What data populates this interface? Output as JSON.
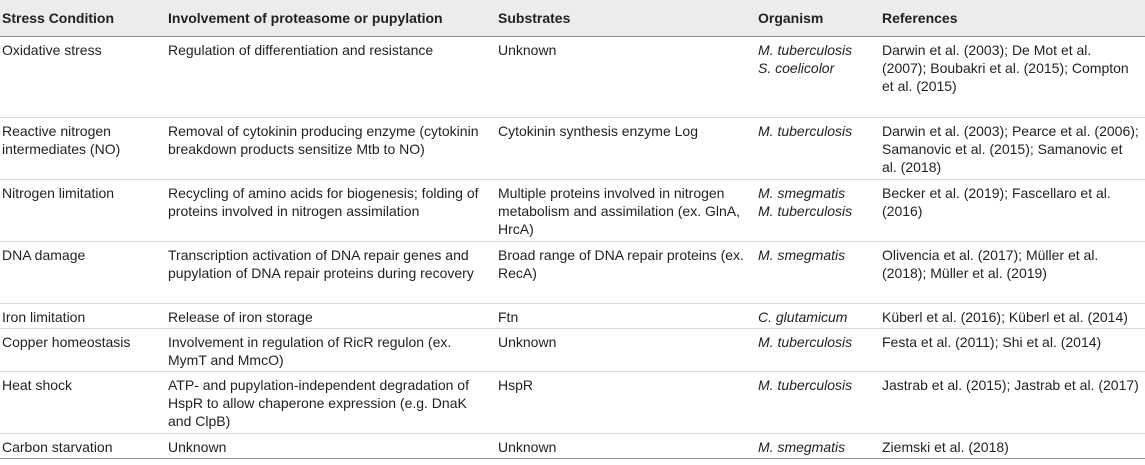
{
  "headers": [
    "Stress Condition",
    "Involvement of proteasome or pupylation",
    "Substrates",
    "Organism",
    "References"
  ],
  "rows": [
    {
      "condition": "Oxidative stress",
      "involvement": "Regulation of differentiation and resistance",
      "substrates": "Unknown",
      "organisms": [
        "M. tuberculosis",
        "S. coelicolor"
      ],
      "references": "Darwin et al. (2003); De Mot et al. (2007); Boubakri et al. (2015); Compton et al. (2015)"
    },
    {
      "condition": "Reactive nitrogen intermediates (NO)",
      "involvement": "Removal of cytokinin producing enzyme (cytokinin breakdown products sensitize Mtb to NO)",
      "substrates": "Cytokinin synthesis enzyme Log",
      "organisms": [
        "M. tuberculosis"
      ],
      "references": "Darwin et al. (2003); Pearce et al. (2006); Samanovic et al. (2015); Samanovic et al. (2018)"
    },
    {
      "condition": "Nitrogen limitation",
      "involvement": "Recycling of amino acids for biogenesis; folding of proteins involved in nitrogen assimilation",
      "substrates": "Multiple proteins involved in nitrogen metabolism and assimilation (ex. GlnA, HrcA)",
      "organisms": [
        "M. smegmatis",
        "M. tuberculosis"
      ],
      "references": "Becker et al. (2019); Fascellaro et al. (2016)"
    },
    {
      "condition": "DNA damage",
      "involvement": "Transcription activation of DNA repair genes and pupylation of DNA repair proteins during recovery",
      "substrates": "Broad range of DNA repair proteins (ex. RecA)",
      "organisms": [
        "M. smegmatis"
      ],
      "references": "Olivencia et al. (2017); Müller et al. (2018); Müller et al. (2019)"
    },
    {
      "condition": "Iron limitation",
      "involvement": "Release of iron storage",
      "substrates": "Ftn",
      "organisms": [
        "C. glutamicum"
      ],
      "references": "Küberl et al. (2016); Küberl et al. (2014)"
    },
    {
      "condition": "Copper homeostasis",
      "involvement": "Involvement in regulation of RicR regulon (ex. MymT and MmcO)",
      "substrates": "Unknown",
      "organisms": [
        "M. tuberculosis"
      ],
      "references": "Festa et al. (2011); Shi et al. (2014)"
    },
    {
      "condition": "Heat shock",
      "involvement": "ATP- and pupylation-independent degradation of HspR to allow chaperone expression (e.g. DnaK and ClpB)",
      "substrates": "HspR",
      "organisms": [
        "M. tuberculosis"
      ],
      "references": "Jastrab et al. (2015); Jastrab et al. (2017)"
    },
    {
      "condition": "Carbon starvation",
      "involvement": "Unknown",
      "substrates": "Unknown",
      "organisms": [
        "M. smegmatis"
      ],
      "references": "Ziemski et al. (2018)"
    }
  ]
}
